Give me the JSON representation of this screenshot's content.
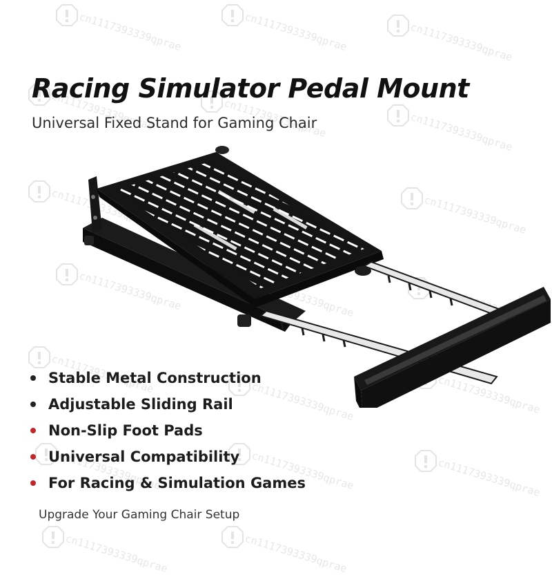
{
  "title": "Racing Simulator Pedal Mount",
  "subtitle": "Universal Fixed Stand for Gaming Chair",
  "features": [
    {
      "label": "Stable Metal Construction",
      "bullet_color": "#222222"
    },
    {
      "label": "Adjustable Sliding Rail",
      "bullet_color": "#222222"
    },
    {
      "label": "Non-Slip Foot Pads",
      "bullet_color": "#c0272d"
    },
    {
      "label": "Universal Compatibility",
      "bullet_color": "#c0272d"
    },
    {
      "label": "For Racing & Simulation Games",
      "bullet_color": "#c0272d"
    }
  ],
  "tagline": "Upgrade Your Gaming Chair Setup",
  "watermark": "cn1117393339qprae",
  "colors": {
    "accent": "#c0272d",
    "metal": "#111111"
  }
}
